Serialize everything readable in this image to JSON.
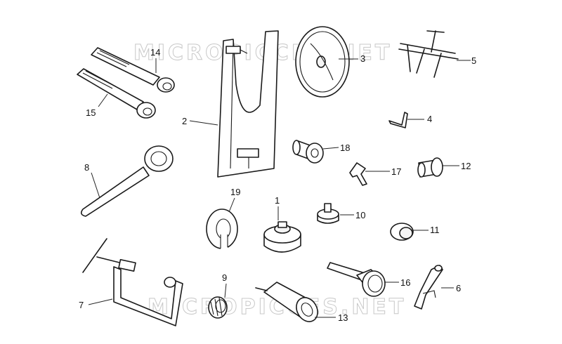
{
  "watermark": "MICROPICCES.NET",
  "callouts": {
    "c1": "1",
    "c2": "2",
    "c3": "3",
    "c4": "4",
    "c5": "5",
    "c6": "6",
    "c7": "7",
    "c8": "8",
    "c9": "9",
    "c10": "10",
    "c11": "11",
    "c12": "12",
    "c13": "13",
    "c14": "14",
    "c15": "15",
    "c16": "16",
    "c17": "17",
    "c18": "18",
    "c19": "19"
  }
}
